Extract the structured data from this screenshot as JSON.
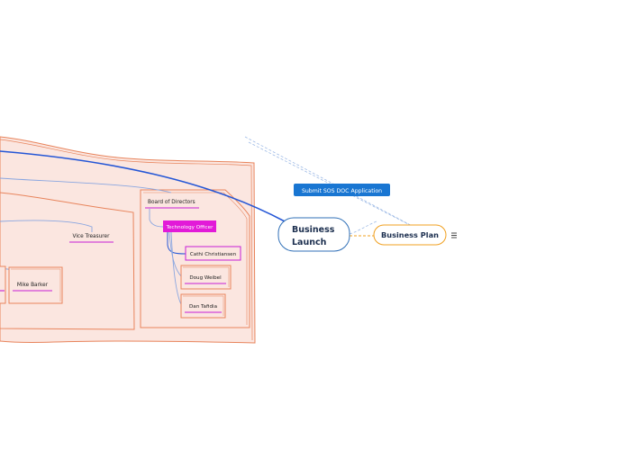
{
  "map": {
    "central": {
      "label_line1": "Business",
      "label_line2": "Launch"
    },
    "business_plan": {
      "label": "Business Plan",
      "notes_icon": "notes-icon"
    },
    "sos_doc": {
      "label": "Submit SOS DOC Application"
    },
    "board_of_directors": {
      "label": "Board of Directors"
    },
    "technology_officer": {
      "label": "Technology Officer"
    },
    "cathi": {
      "label": "Cathi Christiansen"
    },
    "doug": {
      "label": "Doug Weibel"
    },
    "dan": {
      "label": "Dan Tafidia"
    },
    "vice_treasurer": {
      "label": "Vice Treasurer"
    },
    "mike": {
      "label": "Mike Barker"
    }
  },
  "colors": {
    "central_border": "#2f6fb7",
    "business_plan_border": "#f0a020",
    "sos_doc_fill": "#1976d2",
    "group_fill": "#fbe6e0",
    "group_border": "#e8845c",
    "underline": "#c71fd6",
    "tech_officer_fill": "#e21ad8",
    "main_link": "#2456d6",
    "thin_link": "#8aa6e0"
  }
}
